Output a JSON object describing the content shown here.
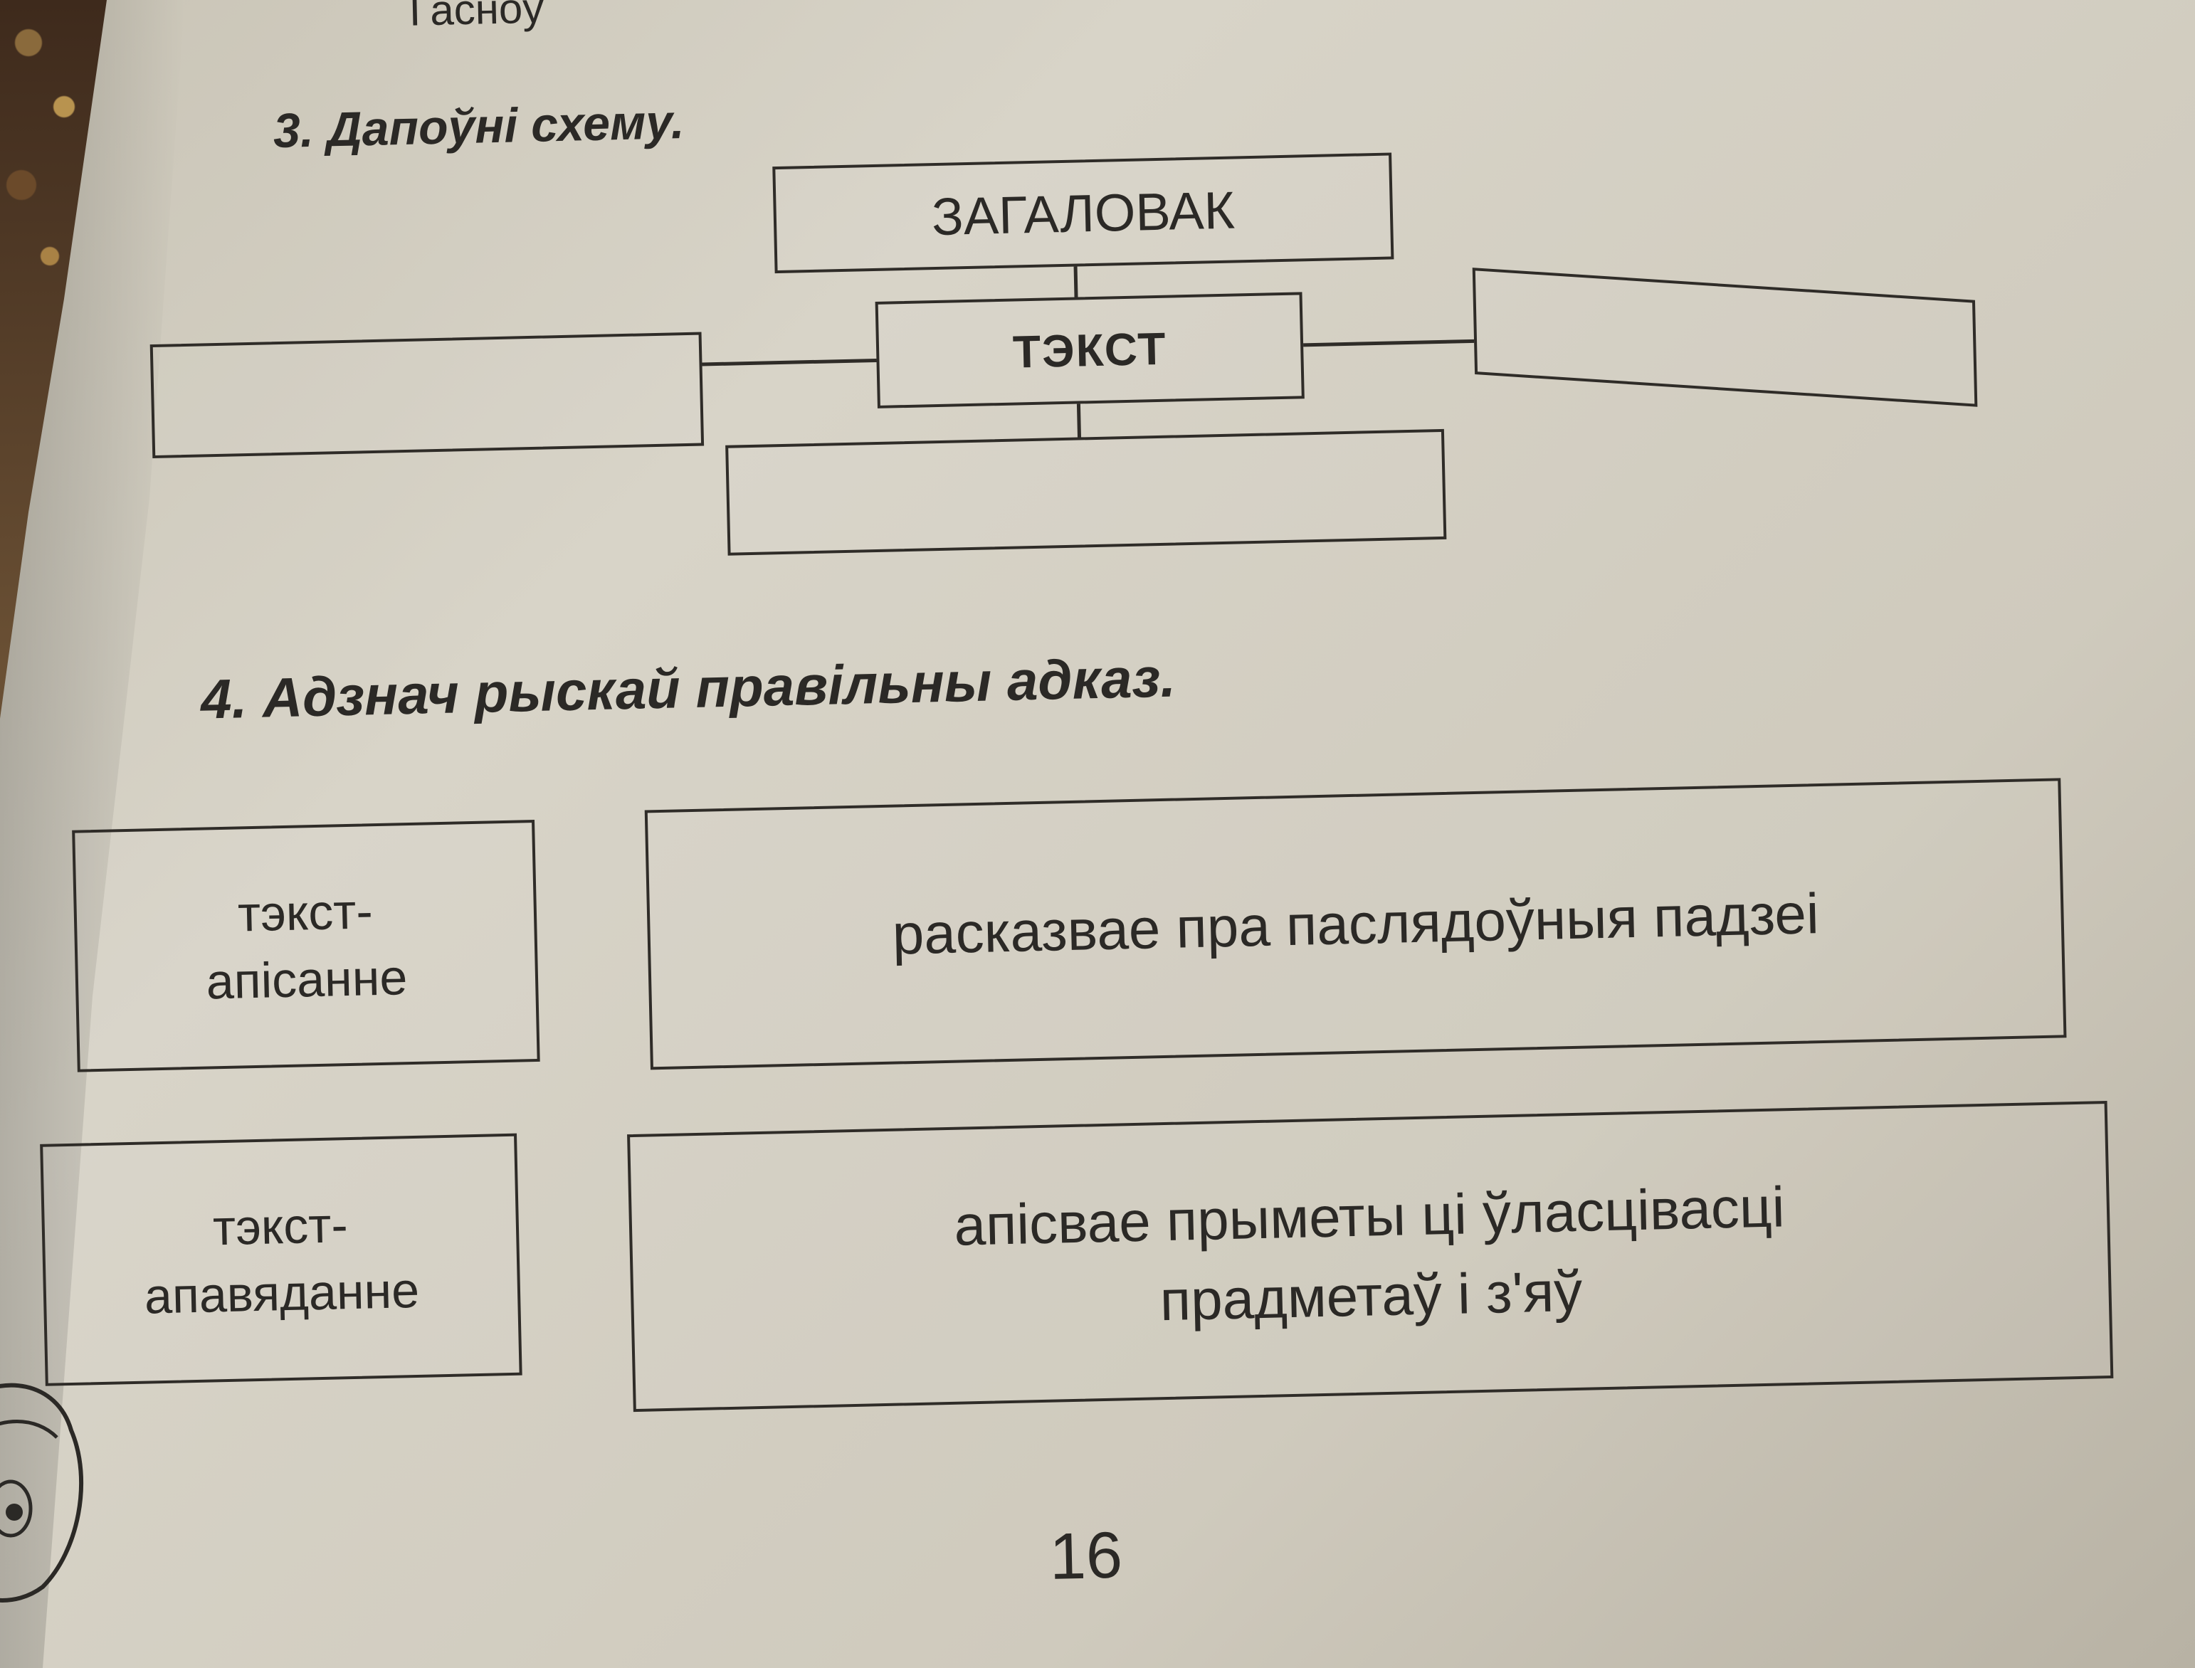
{
  "top_fragment": "Гасноў",
  "task3": {
    "title": "3. Дапоўні схему.",
    "scheme": {
      "title_box": "ЗАГАЛОВАК",
      "center_box": "ТЭКСТ",
      "left_box": "",
      "right_box": "",
      "bottom_box": ""
    }
  },
  "task4": {
    "title": "4. Адзнач рыскай правільны адказ.",
    "types": [
      {
        "line1": "тэкст-",
        "line2": "апісанне"
      },
      {
        "line1": "тэкст-",
        "line2": "апавяданне"
      }
    ],
    "descriptions": [
      {
        "line1": "расказвае пра паслядоўныя падзеі",
        "line2": ""
      },
      {
        "line1": "апісвае прыметы ці ўласцівасці",
        "line2": "прадметаў і з'яў"
      }
    ]
  },
  "page_number": "16",
  "colors": {
    "ink": "#2b2926",
    "paper": "#d3cfc3"
  }
}
